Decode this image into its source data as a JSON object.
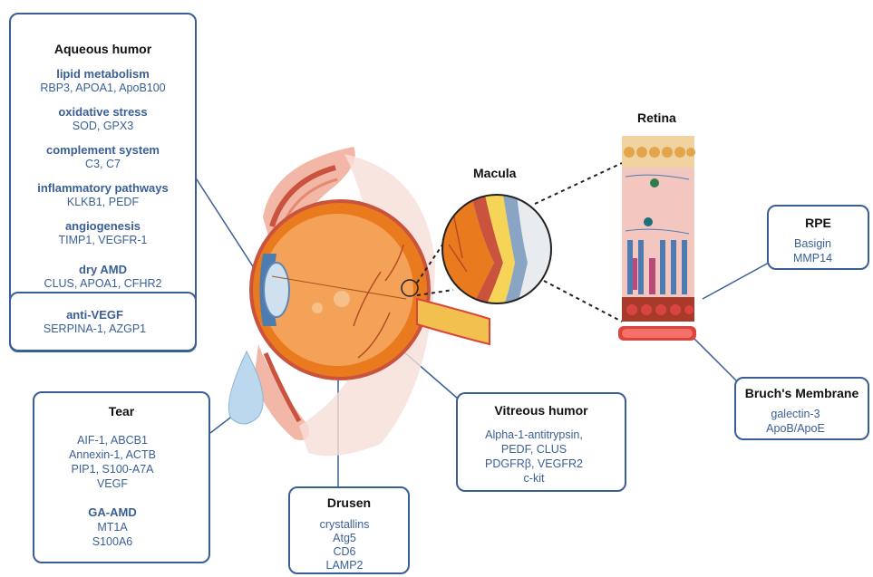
{
  "colors": {
    "accent": "#3a5f95",
    "eye_orange": "#e97a1e",
    "retina_pink": "#f3c6bf",
    "rpe_red": "#d9453c"
  },
  "aqueous": {
    "title": "Aqueous humor",
    "groups": [
      {
        "cat": "lipid metabolism",
        "items": "RBP3, APOA1, ApoB100"
      },
      {
        "cat": "oxidative stress",
        "items": "SOD, GPX3"
      },
      {
        "cat": "complement system",
        "items": "C3, C7"
      },
      {
        "cat": "inflammatory pathways",
        "items": "KLKB1, PEDF"
      },
      {
        "cat": "angiogenesis",
        "items": "TIMP1, VEGFR-1"
      },
      {
        "cat": "dry AMD",
        "items": "CLUS, APOA1, CFHR2"
      }
    ],
    "antivegf": {
      "cat": "anti-VEGF",
      "items": "SERPINA-1, AZGP1"
    }
  },
  "tear": {
    "title": "Tear",
    "lines": [
      "AIF-1, ABCB1",
      "Annexin-1, ACTB",
      "PIP1, S100-A7A",
      "VEGF"
    ],
    "ga": {
      "cat": "GA-AMD",
      "lines": [
        "MT1A",
        "S100A6"
      ]
    }
  },
  "drusen": {
    "title": "Drusen",
    "lines": [
      "crystallins",
      "Atg5",
      "CD6",
      "LAMP2"
    ]
  },
  "vitreous": {
    "title": "Vitreous humor",
    "lines": [
      "Alpha-1-antitrypsin,",
      "PEDF, CLUS",
      "PDGFRβ, VEGFR2",
      "c-kit"
    ]
  },
  "rpe": {
    "title": "RPE",
    "lines": [
      "Basigin",
      "MMP14"
    ]
  },
  "bruch": {
    "title": "Bruch's Membrane",
    "lines": [
      "galectin-3",
      "ApoB/ApoE"
    ]
  },
  "labels": {
    "retina": "Retina",
    "macula": "Macula"
  },
  "icons": {
    "up": "arrow-up-icon",
    "down": "arrow-down-icon"
  }
}
